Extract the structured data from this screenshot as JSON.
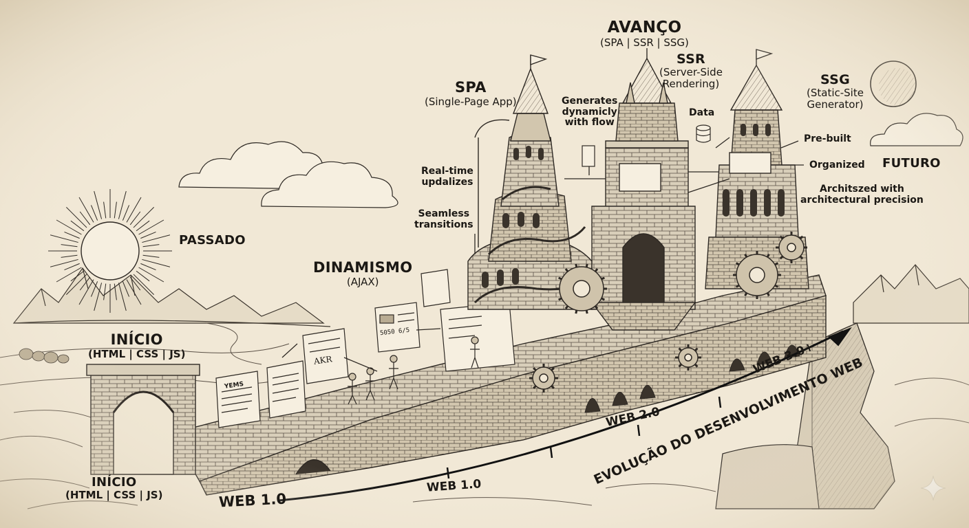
{
  "labels": {
    "passado": "PASSADO",
    "futuro": "FUTURO",
    "inicio_top": {
      "title": "INÍCIO",
      "sub": "(HTML | CSS | JS)"
    },
    "inicio_bottom": {
      "title": "INÍCIO",
      "sub": "(HTML | CSS | JS)"
    },
    "dinamismo": {
      "title": "DINAMISMO",
      "sub": "(AJAX)"
    },
    "avanco": {
      "title": "AVANÇO",
      "sub": "(SPA | SSR | SSG)"
    },
    "spa": {
      "title": "SPA",
      "sub": "(Single-Page App)"
    },
    "ssr": {
      "title": "SSR",
      "sub1": "(Server-Side",
      "sub2": "Rendering)"
    },
    "ssg": {
      "title": "SSG",
      "sub1": "(Static-Site",
      "sub2": "Generator)"
    }
  },
  "notes": {
    "realtime": [
      "Real-time",
      "updalizes"
    ],
    "seamless": [
      "Seamless",
      "transitions"
    ],
    "generates": [
      "Generates",
      "dynamicly",
      "with flow"
    ],
    "data": "Data",
    "prebuilt": "Pre-built",
    "organized": "Organized",
    "architsized": [
      "Architszed with",
      "architectural precision"
    ]
  },
  "screen_texts": {
    "yems": "YEMS",
    "akr": "AKR",
    "numbers": "5050 6/5"
  },
  "timeline": {
    "caption": "EVOLUÇÃO DO DESENVOLVIMENTO WEB",
    "eras": [
      "WEB 1.0",
      "WEB 1.0",
      "WEB 2.0",
      "WEB 3.0+"
    ]
  },
  "colors": {
    "paper": "#f1e8d6",
    "ink": "#1f1b16",
    "stone": "#d7ccb6",
    "shade": "#b9ac93"
  },
  "icons": [
    "sun-icon",
    "moon-icon",
    "cloud-icon",
    "gear-icon",
    "database-icon",
    "flag-icon",
    "sparkle-icon"
  ]
}
